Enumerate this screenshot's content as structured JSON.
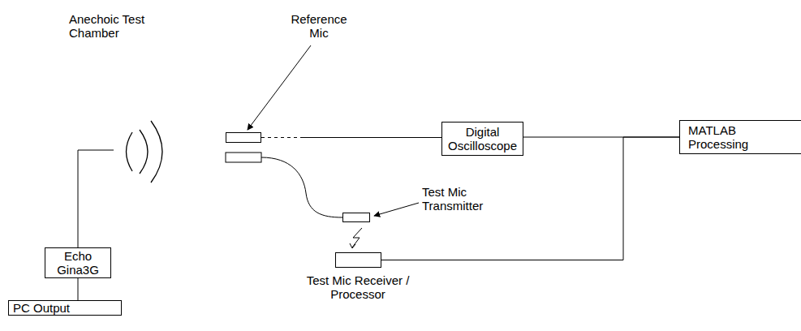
{
  "diagram": {
    "nodes": [
      {
        "text": [
          "Anechoic Test Chamber"
        ]
      },
      {
        "text": [
          "Reference Mic"
        ],
        "in": 0
      },
      {
        "text": [
          "Test Mic Transmitter"
        ]
      },
      {
        "text": [
          "Digital Oscilloscope"
        ]
      },
      {
        "text": [
          "MATLAB Processing"
        ]
      },
      {
        "text": [
          "Echo Gina3G"
        ]
      },
      {
        "text": [
          "PC Output"
        ]
      },
      {
        "text": [
          "Test Mic Receiver / Processor"
        ]
      }
    ],
    "edges": [
      {
        "from": 1,
        "to": 3,
        "arrow": "none"
      },
      {
        "from": 3,
        "to": 4,
        "arrow": "none"
      },
      {
        "from": 7,
        "to": 4,
        "arrow": "none"
      },
      {
        "from": 0,
        "to": 5,
        "arrow": "none"
      },
      {
        "from": 5,
        "to": 6,
        "arrow": "none"
      }
    ]
  }
}
